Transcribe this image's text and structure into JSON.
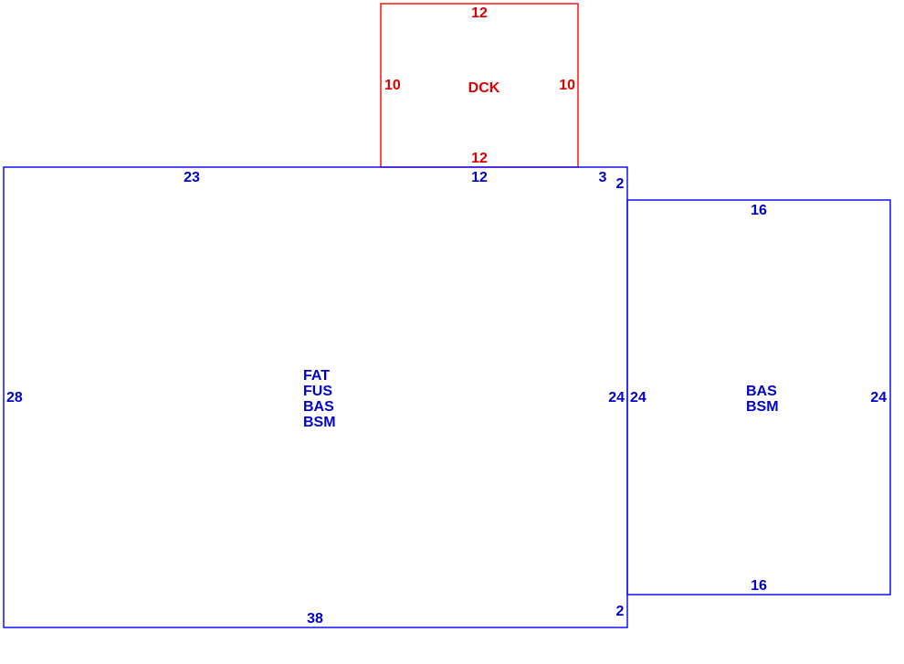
{
  "colors": {
    "building": "#0000ff",
    "building_text": "#0000cc",
    "deck": "#ff0000",
    "deck_text": "#dd0000"
  },
  "deck": {
    "label": "DCK",
    "top": "12",
    "bottom": "12",
    "left": "10",
    "right": "10"
  },
  "main_area": {
    "codes": [
      "FAT",
      "FUS",
      "BAS",
      "BSM"
    ],
    "top_left": "23",
    "top_middle": "12",
    "top_right": "3",
    "right_top_jog": "2",
    "left": "28",
    "right": "24",
    "bottom": "38",
    "right_bottom_jog": "2"
  },
  "side_area": {
    "codes": [
      "BAS",
      "BSM"
    ],
    "top": "16",
    "bottom": "16",
    "left": "24",
    "right": "24"
  }
}
